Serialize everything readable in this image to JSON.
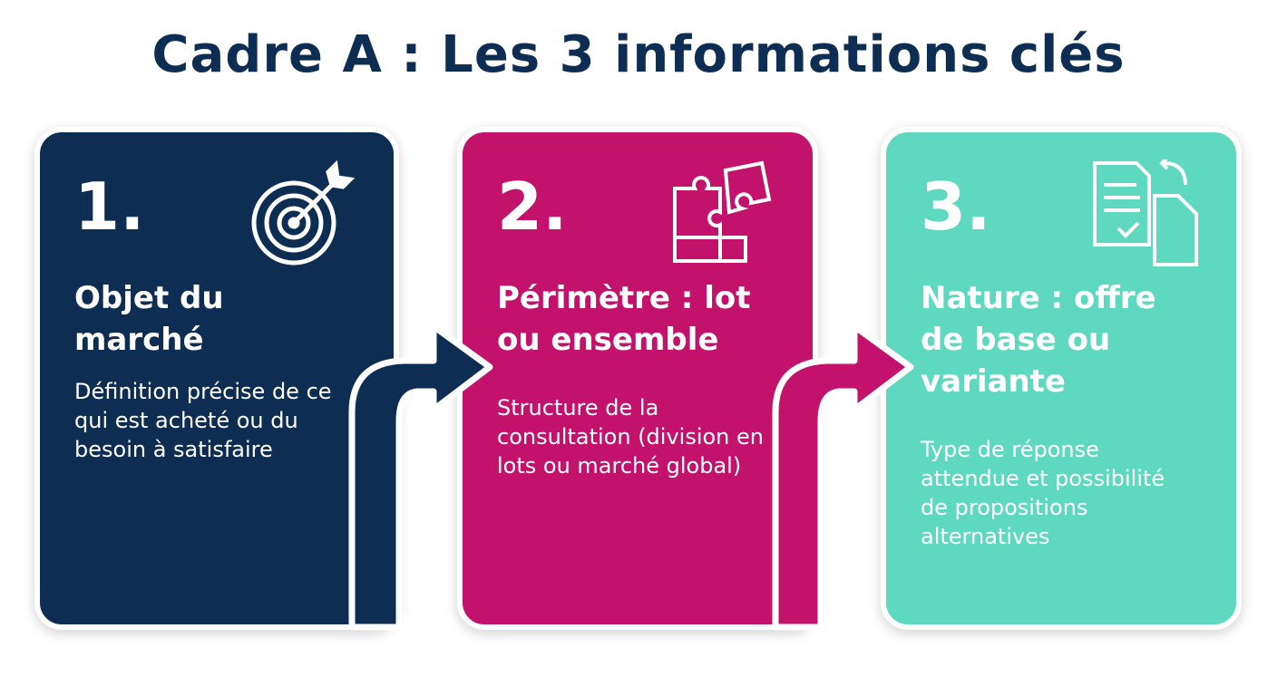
{
  "title": "Cadre A : Les 3 informations clés",
  "colors": {
    "navy": "#0d2d52",
    "magenta": "#c2126b",
    "teal": "#5fd8c0"
  },
  "cards": [
    {
      "number": "1.",
      "heading": "Objet du marché",
      "description": "Définition précise de ce qui est acheté ou du besoin à satisfaire",
      "icon": "target-icon"
    },
    {
      "number": "2.",
      "heading": "Périmètre : lot ou ensemble",
      "description": "Structure de la consultation (division en lots ou marché global)",
      "icon": "puzzle-icon"
    },
    {
      "number": "3.",
      "heading": "Nature : offre de base ou variante",
      "description": "Type de réponse attendue et possibilité de propositions alternatives",
      "icon": "documents-icon"
    }
  ]
}
